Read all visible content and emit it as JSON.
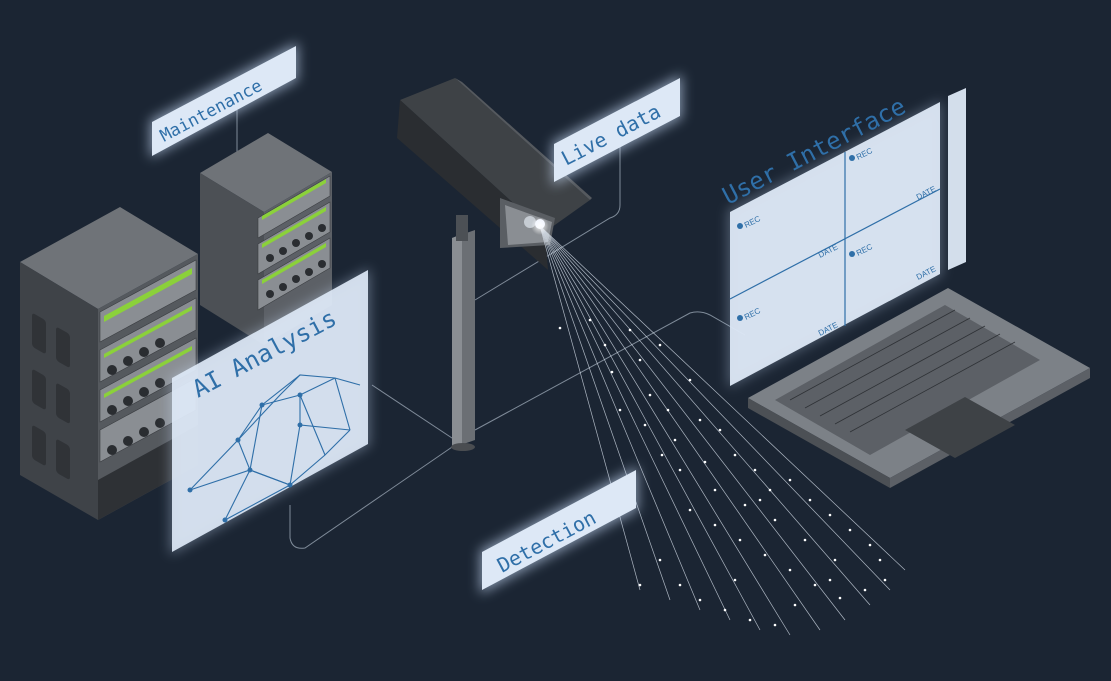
{
  "labels": {
    "maintenance": "Maintenance",
    "live_data": "Live data",
    "ai_analysis": "AI Analysis",
    "user_interface": "User Interface",
    "detection": "Detection"
  },
  "monitor": {
    "rec": "REC",
    "date": "DATE"
  },
  "colors": {
    "background": "#1b2533",
    "panel": "#dde8f6",
    "accent": "#2f6fa8",
    "glow": "#cfe3ff",
    "rack_led": "#8bd13a"
  }
}
